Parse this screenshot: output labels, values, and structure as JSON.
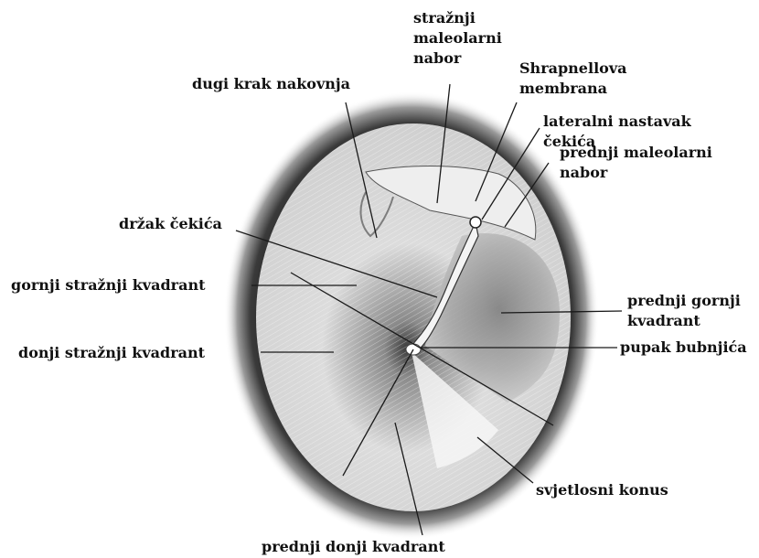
{
  "labels": {
    "straznji_maleolarni_nabor": [
      "stražnji",
      "maleolarni",
      "nabor"
    ],
    "shrapnellova_membrana": [
      "Shrapnellova",
      "membrana"
    ],
    "dugi_krak_nakovnja": [
      "dugi krak nakovnja"
    ],
    "lateralni_nastavak_cekica": [
      "lateralni nastavak",
      "čekića"
    ],
    "prednji_maleolarni_nabor": [
      "prednji maleolarni",
      "nabor"
    ],
    "drzak_cekica": [
      "držak čekića"
    ],
    "gornji_straznji_kvadrant": [
      "gornji stražnji kvadrant"
    ],
    "prednji_gornji_kvadrant": [
      "prednji gornji",
      "kvadrant"
    ],
    "donji_straznji_kvadrant": [
      "donji stražnji kvadrant"
    ],
    "pupak_bubnjica": [
      "pupak bubnjića"
    ],
    "svjetlosni_konus": [
      "svjetlosni konus"
    ],
    "prednji_donji_kvadrant": [
      "prednji donji kvadrant"
    ]
  },
  "colors": {
    "ink": "#111111",
    "membrane_light": "#f2f2f2",
    "membrane_shade": "#b8b8b8",
    "rim": "#1c1c1c"
  }
}
